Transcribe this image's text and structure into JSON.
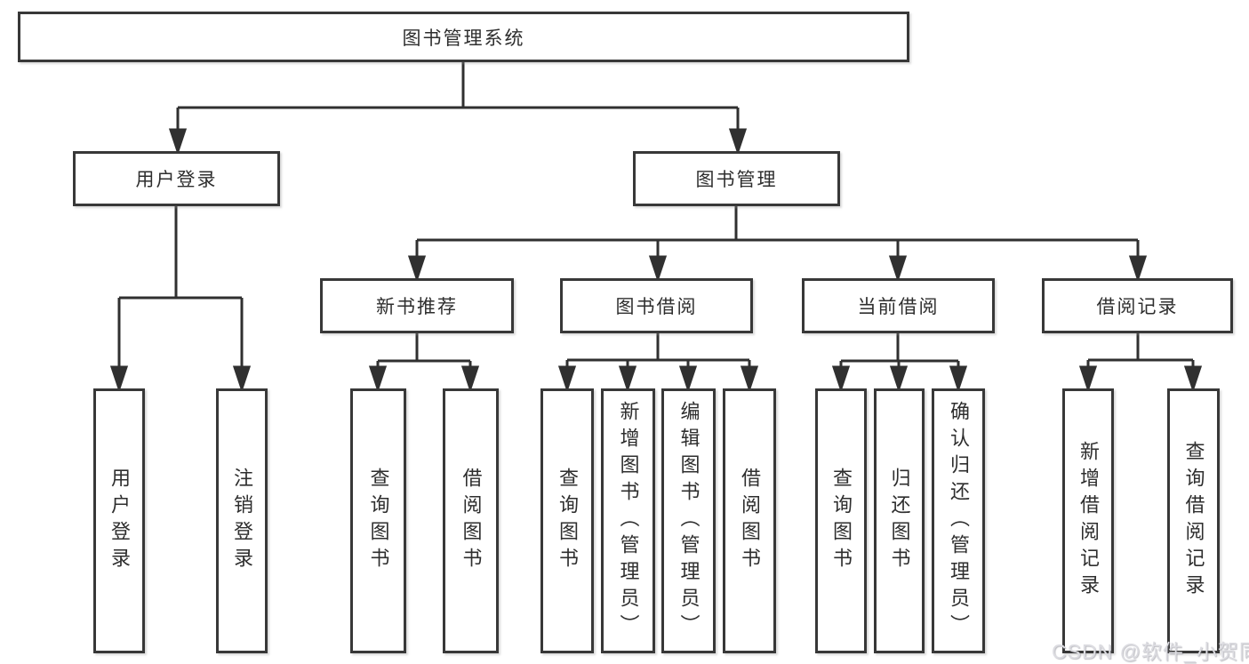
{
  "tree": {
    "root": "图书管理系统",
    "branches": [
      {
        "label": "用户登录",
        "leaves": [
          "用户登录",
          "注销登录"
        ]
      },
      {
        "label": "图书管理",
        "groups": [
          {
            "label": "新书推荐",
            "leaves": [
              "查询图书",
              "借阅图书"
            ]
          },
          {
            "label": "图书借阅",
            "leaves": [
              "查询图书",
              "新增图书（管理员）",
              "编辑图书（管理员）",
              "借阅图书"
            ]
          },
          {
            "label": "当前借阅",
            "leaves": [
              "查询图书",
              "归还图书",
              "确认归还（管理员）"
            ]
          },
          {
            "label": "借阅记录",
            "leaves": [
              "新增借阅记录",
              "查询借阅记录"
            ]
          }
        ]
      }
    ]
  },
  "watermark": {
    "text": "CSDN @软件_小贺同学"
  },
  "colors": {
    "line": "#303030",
    "box_border": "#383838",
    "text": "#2e2e2e",
    "watermark": "#dcdce1",
    "background": "#ffffff"
  }
}
